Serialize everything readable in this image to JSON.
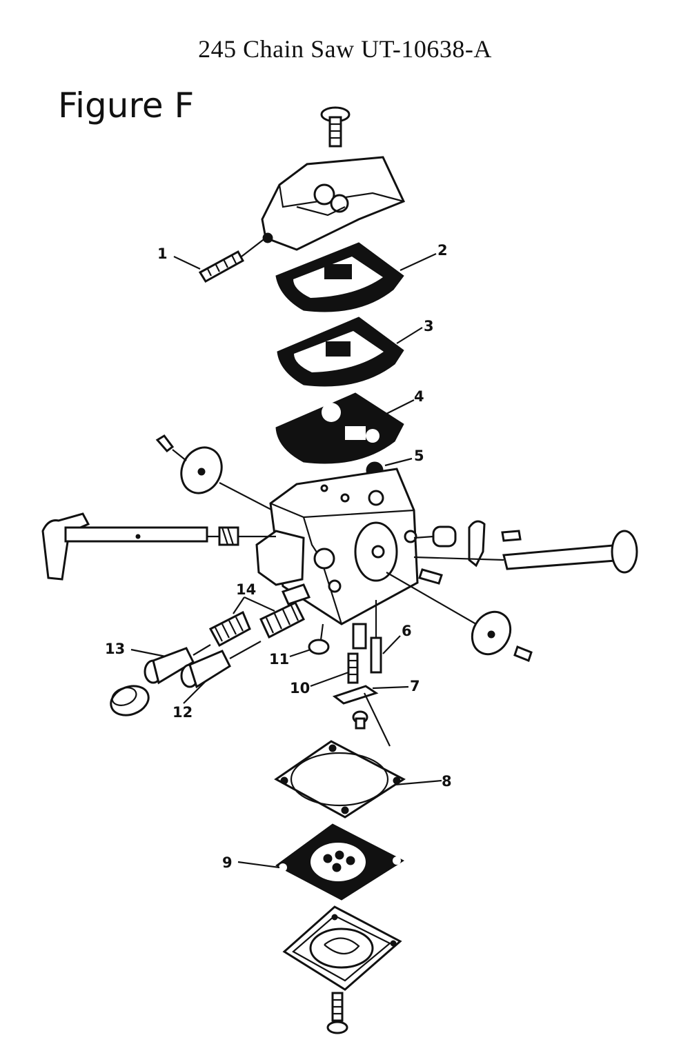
{
  "header": {
    "title": "245 Chain Saw UT-10638-A",
    "figure_label": "Figure F"
  },
  "callouts": {
    "c1": "1",
    "c2": "2",
    "c3": "3",
    "c4": "4",
    "c5": "5",
    "c6": "6",
    "c7": "7",
    "c8": "8",
    "c9": "9",
    "c10": "10",
    "c11": "11",
    "c12": "12",
    "c13": "13",
    "c14": "14"
  }
}
